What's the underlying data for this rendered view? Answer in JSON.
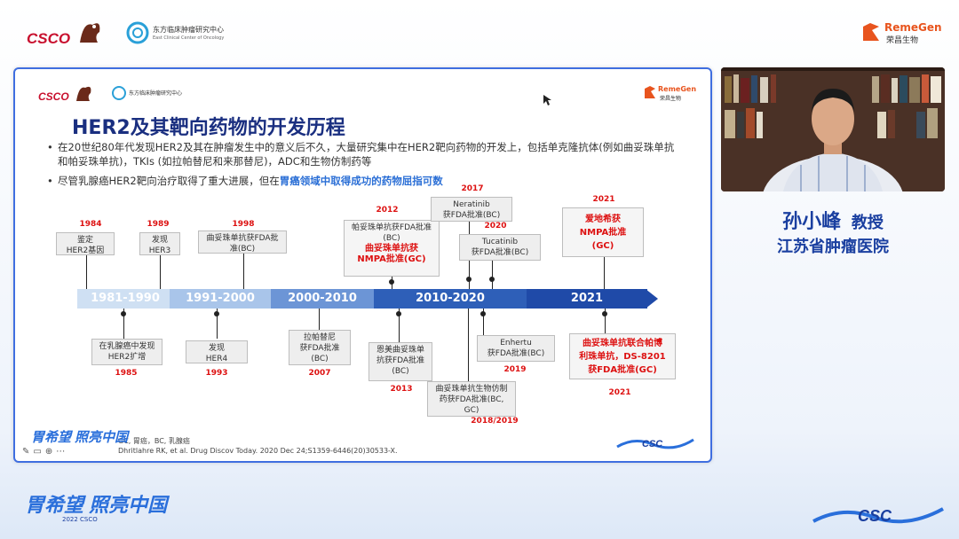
{
  "header": {
    "csco_logo": "CSCO",
    "east_center_cn": "东方临床肿瘤研究中心",
    "east_center_en": "East Clinical Center of Oncology",
    "remegen_en": "RemeGen",
    "remegen_cn": "荣昌生物"
  },
  "slide": {
    "title": "HER2及其靶向药物的开发历程",
    "bullet1": "在20世纪80年代发现HER2及其在肿瘤发生中的意义后不久，大量研究集中在HER2靶向药物的开发上，包括单克隆抗体(例如曲妥珠单抗和帕妥珠单抗)，TKIs (如拉帕替尼和来那替尼)，ADC和生物仿制药等",
    "bullet2_pre": "尽管乳腺癌HER2靶向治疗取得了重大进展，但在",
    "bullet2_hl": "胃癌领域中取得成功的药物屈指可数",
    "timeline_segments": [
      "1981-1990",
      "1991-2000",
      "2000-2010",
      "2010-2020",
      "2021"
    ],
    "above": [
      {
        "year": "1984",
        "text": "鉴定\nHER2基因"
      },
      {
        "year": "1989",
        "text": "发现\nHER3"
      },
      {
        "year": "1998",
        "text": "曲妥珠单抗获FDA批\n准(BC)"
      },
      {
        "year": "2012",
        "text": "帕妥珠单抗获FDA批准\n(BC)",
        "red": "曲妥珠单抗获\nNMPA批准(GC)"
      },
      {
        "year": "2017",
        "text": "Neratinib\n获FDA批准(BC)"
      },
      {
        "year": "2020",
        "text": "Tucatinib\n获FDA批准(BC)"
      },
      {
        "year": "2021",
        "red": "爱地希获\nNMPA批准\n(GC)"
      }
    ],
    "below": [
      {
        "year": "1985",
        "text": "在乳腺癌中发现\nHER2扩增"
      },
      {
        "year": "1993",
        "text": "发现\nHER4"
      },
      {
        "year": "2007",
        "text": "拉帕替尼\n获FDA批准\n(BC)"
      },
      {
        "year": "2013",
        "text": "恩美曲妥珠单\n抗获FDA批准\n(BC)"
      },
      {
        "year": "2018/2019",
        "text": "曲妥珠单抗生物仿制\n药获FDA批准(BC,\nGC)"
      },
      {
        "year": "2019",
        "text": "Enhertu\n获FDA批准(BC)"
      },
      {
        "year": "2021",
        "red": "曲妥珠单抗联合帕博\n利珠单抗，DS-8201\n获FDA批准(GC)"
      }
    ],
    "footnote1": "GC, 胃癌，BC, 乳腺癌",
    "footnote2": "Dhritlahre RK, et al. Drug Discov Today. 2020 Dec 24;S1359-6446(20)30533-X."
  },
  "speaker": {
    "name": "孙小峰",
    "title": "教授",
    "org": "江苏省肿瘤医院"
  },
  "bottom": {
    "campaign_logo": "胃希望 照亮中国",
    "csco_small": "2022 CSCO"
  },
  "colors": {
    "accent_blue": "#3f6ee0",
    "title_navy": "#1a2f80",
    "highlight_red": "#d11111"
  }
}
